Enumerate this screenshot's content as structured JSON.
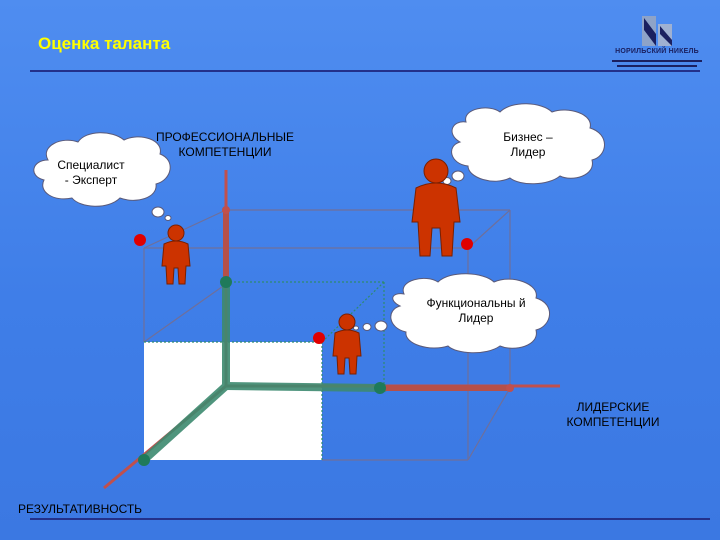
{
  "slide": {
    "title": "Оценка таланта"
  },
  "logo": {
    "name": "НОРИЛЬСКИЙ НИКЕЛЬ"
  },
  "axes": {
    "vertical": "ПРОФЕССИОНАЛЬНЫЕ КОМПЕТЕНЦИИ",
    "horizontal": "ЛИДЕРСКИЕ КОМПЕТЕНЦИИ",
    "diagonal": "РЕЗУЛЬТАТИВНОСТЬ"
  },
  "clouds": {
    "specialist": "Специалист - Эксперт",
    "business": "Бизнес – Лидер",
    "functional": "Функциональны й Лидер"
  },
  "colors": {
    "background": "#4a86e8",
    "title": "#ffff00",
    "figure": "#cc3300",
    "axis_red": "#b5504a",
    "axis_green": "#2e8b6e",
    "dot_red": "#e00000",
    "dot_green": "#1f7a5a"
  }
}
